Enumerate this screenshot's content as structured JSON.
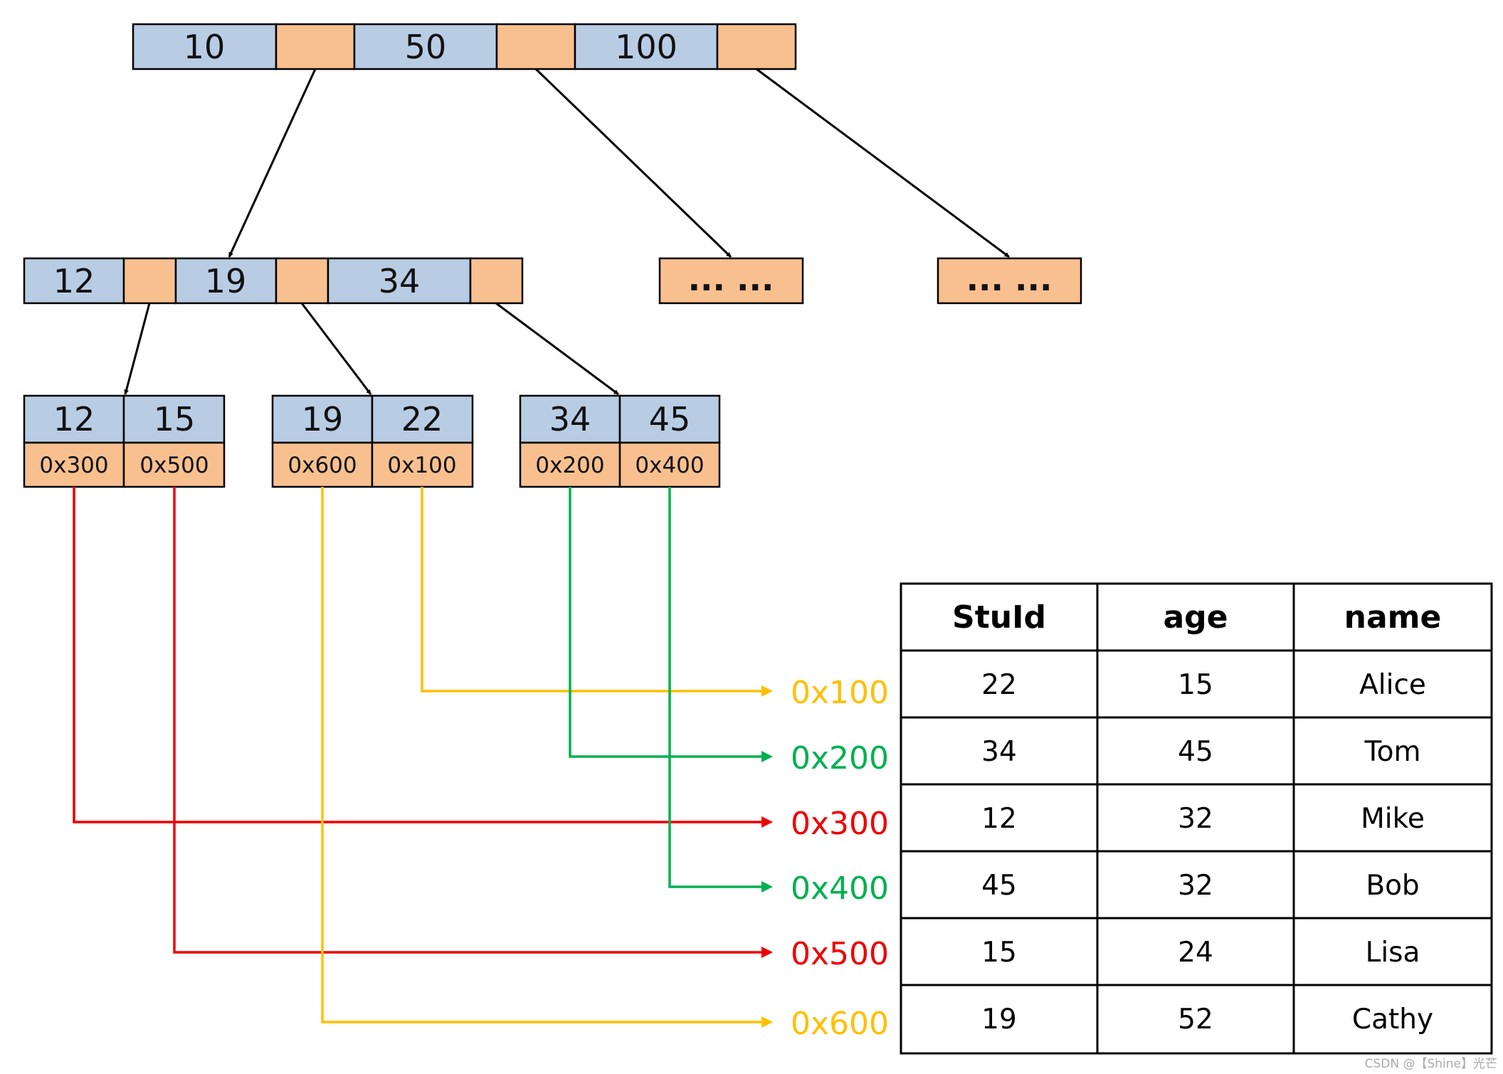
{
  "colors": {
    "key_fill": "#b8cce4",
    "pointer_fill": "#f9c08f",
    "red": "#ee0000",
    "yellow": "#ffc000",
    "green": "#00b050",
    "border": "#000000"
  },
  "root": {
    "keys": [
      "10",
      "50",
      "100"
    ]
  },
  "level2": {
    "keys": [
      "12",
      "19",
      "34"
    ]
  },
  "ellipsis_nodes": [
    "... ...",
    "... ..."
  ],
  "leaves": [
    {
      "keys": [
        "12",
        "15"
      ],
      "ptrs": [
        "0x300",
        "0x500"
      ]
    },
    {
      "keys": [
        "19",
        "22"
      ],
      "ptrs": [
        "0x600",
        "0x100"
      ]
    },
    {
      "keys": [
        "34",
        "45"
      ],
      "ptrs": [
        "0x200",
        "0x400"
      ]
    }
  ],
  "addresses": [
    {
      "label": "0x100",
      "color": "#ffc000"
    },
    {
      "label": "0x200",
      "color": "#00b050"
    },
    {
      "label": "0x300",
      "color": "#ee0000"
    },
    {
      "label": "0x400",
      "color": "#00b050"
    },
    {
      "label": "0x500",
      "color": "#ee0000"
    },
    {
      "label": "0x600",
      "color": "#ffc000"
    }
  ],
  "table": {
    "headers": [
      "StuId",
      "age",
      "name"
    ],
    "rows": [
      [
        "22",
        "15",
        "Alice"
      ],
      [
        "34",
        "45",
        "Tom"
      ],
      [
        "12",
        "32",
        "Mike"
      ],
      [
        "45",
        "32",
        "Bob"
      ],
      [
        "15",
        "24",
        "Lisa"
      ],
      [
        "19",
        "52",
        "Cathy"
      ]
    ]
  },
  "watermark": "CSDN @【Shine】光芒"
}
